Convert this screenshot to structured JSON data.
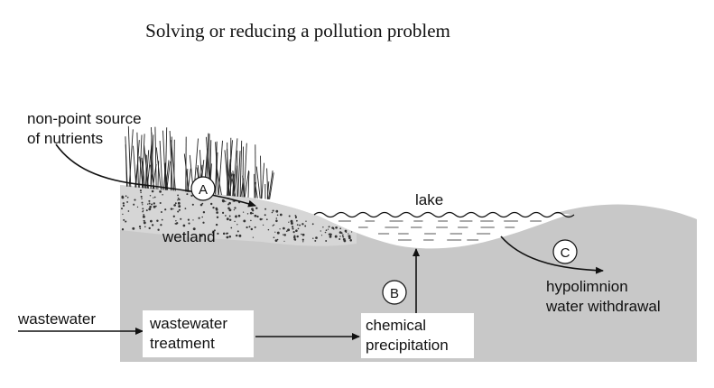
{
  "title": "Solving or reducing a pollution problem",
  "labels": {
    "nonpoint_line1": "non-point source",
    "nonpoint_line2": "of nutrients",
    "wetland": "wetland",
    "lake": "lake",
    "wastewater": "wastewater",
    "treatment_line1": "wastewater",
    "treatment_line2": "treatment",
    "chemical_line1": "chemical",
    "chemical_line2": "precipitation",
    "hypo_line1": "hypolimnion",
    "hypo_line2": "water withdrawal"
  },
  "markers": {
    "a": "A",
    "b": "B",
    "c": "C"
  },
  "colors": {
    "ground": "#c8c8c8",
    "ink": "#111111",
    "background": "#ffffff"
  }
}
